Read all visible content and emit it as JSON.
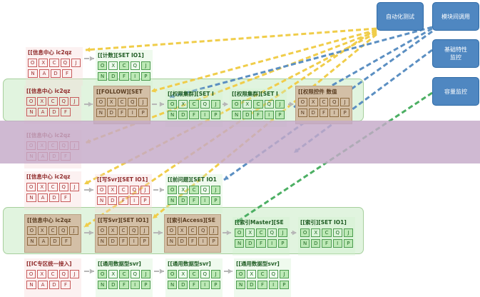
{
  "banner": {
    "title": "12月27日实时数据流转路径"
  },
  "right_boxes": [
    {
      "id": "auto",
      "label": "自动化测试"
    },
    {
      "id": "module",
      "label": "模块间调用"
    },
    {
      "id": "infra",
      "label": "基础特性\n监控"
    },
    {
      "id": "capacity",
      "label": "容量监控"
    }
  ],
  "cells": {
    "row1": [
      "O",
      "X",
      "C",
      "Q",
      "J"
    ],
    "row2": [
      "N",
      "A",
      "D",
      "F"
    ],
    "row2b": [
      "N",
      "D",
      "F",
      "I",
      "P"
    ]
  },
  "nodes": [
    {
      "id": "n1",
      "title": "[[信息中心 ic2qz",
      "style": "pink"
    },
    {
      "id": "n2",
      "title": "[[计数][SET IO1]",
      "style": "green"
    },
    {
      "id": "n3",
      "title": "[[信息中心 ic2qz",
      "style": "pink"
    },
    {
      "id": "n4",
      "title": "[[FOLLOW][SET",
      "style": "tan"
    },
    {
      "id": "n5",
      "title": "[[权限集群][SET I",
      "style": "green"
    },
    {
      "id": "n6",
      "title": "[[权限集群][SET I",
      "style": "green"
    },
    {
      "id": "n7",
      "title": "[[权限控件 数值",
      "style": "tan"
    },
    {
      "id": "n8",
      "title": "[[信息中心 ic2qz",
      "style": "pink"
    },
    {
      "id": "n9",
      "title": "[[信息中心 ic2qz",
      "style": "pink"
    },
    {
      "id": "n10",
      "title": "[[写Svr][SET IO1]",
      "style": "pink"
    },
    {
      "id": "n11",
      "title": "[[前问题][SET IO1",
      "style": "green"
    },
    {
      "id": "n12",
      "title": "[[信息中心 ic2qz",
      "style": "tan"
    },
    {
      "id": "n13",
      "title": "[[写Svr][SET IO1]",
      "style": "tan"
    },
    {
      "id": "n14",
      "title": "[[索引Access][SE",
      "style": "tan"
    },
    {
      "id": "n15",
      "title": "[[索引Master][SE",
      "style": "green"
    },
    {
      "id": "n16",
      "title": "[[索引][SET IO1]",
      "style": "green"
    },
    {
      "id": "n17",
      "title": "[[IC专区统一接入]",
      "style": "pink"
    },
    {
      "id": "n18",
      "title": "[[通用数据型svr]",
      "style": "green"
    },
    {
      "id": "n19",
      "title": "[[通用数据型svr]",
      "style": "green"
    },
    {
      "id": "n20",
      "title": "[[通用数据型svr]",
      "style": "green"
    }
  ],
  "colors": {
    "yellow_flow": "#f0cd4a",
    "blue_flow": "#5b8fc2",
    "green_flow": "#4caf63",
    "gray_flow": "#b7b7b7"
  }
}
